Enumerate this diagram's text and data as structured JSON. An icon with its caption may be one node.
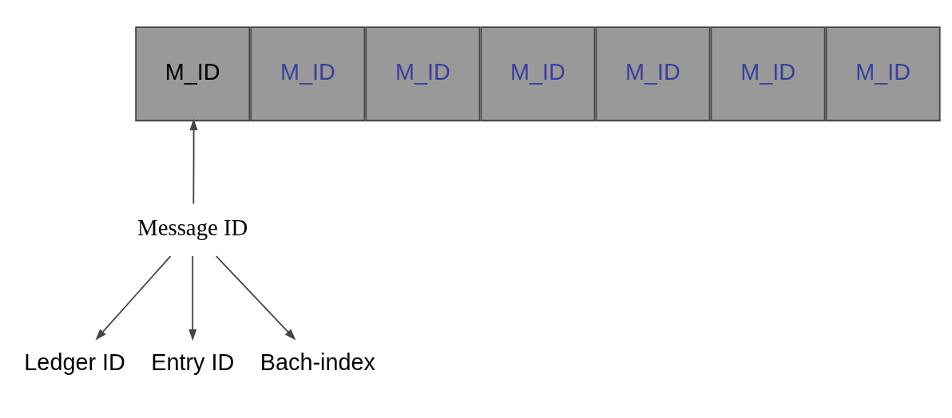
{
  "diagram": {
    "nodes": [
      {
        "text": [
          "M_ID"
        ]
      },
      {
        "text": [
          "M_ID"
        ]
      },
      {
        "text": [
          "M_ID"
        ]
      },
      {
        "text": [
          "M_ID"
        ]
      },
      {
        "text": [
          "M_ID"
        ]
      },
      {
        "text": [
          "M_ID"
        ]
      },
      {
        "text": [
          "M_ID"
        ]
      },
      {
        "text": [
          "Message ID"
        ]
      },
      {
        "text": [
          "Ledger ID"
        ]
      },
      {
        "text": [
          "Entry ID"
        ]
      },
      {
        "text": [
          "Bach-index"
        ]
      }
    ],
    "edges": [
      {
        "from": 7,
        "to": 0,
        "arrow": "to"
      },
      {
        "from": 7,
        "to": 8,
        "arrow": "to"
      },
      {
        "from": 7,
        "to": 9,
        "arrow": "to"
      },
      {
        "from": 7,
        "to": 10,
        "arrow": "to"
      }
    ]
  }
}
